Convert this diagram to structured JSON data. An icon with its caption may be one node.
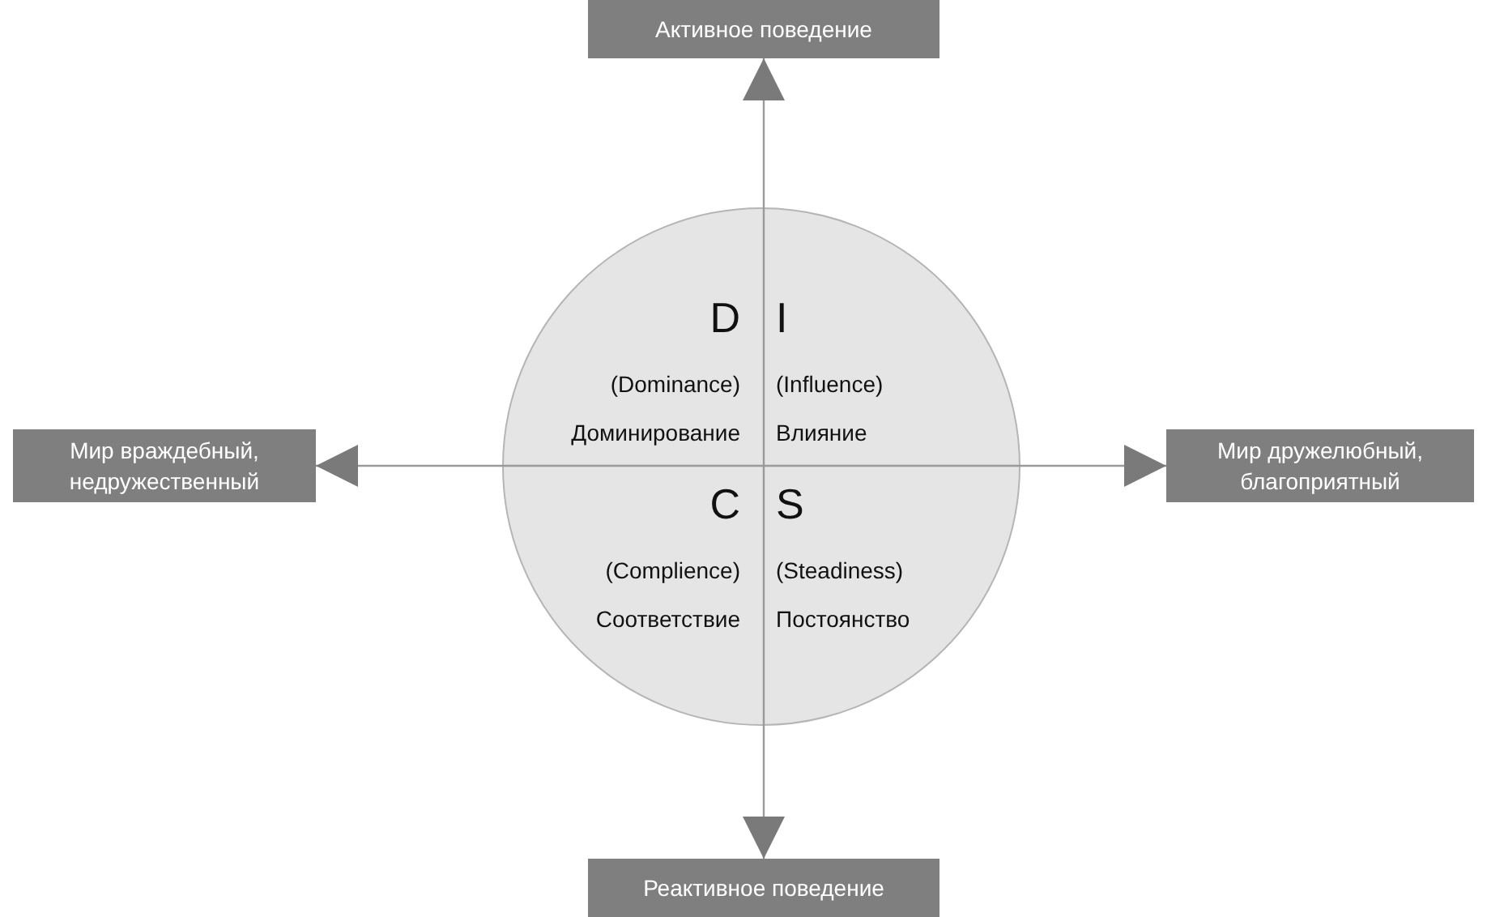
{
  "diagram": {
    "nodes": [
      {
        "text": [
          "Активное поведение"
        ]
      },
      {
        "text": [
          "Мир враждебный, недружественный"
        ]
      },
      {
        "text": [
          "Мир дружелюбный, благоприятный"
        ]
      },
      {
        "text": [],
        "shape": "circle"
      },
      {
        "text": [
          "D",
          "(Dominance)",
          "Доминирование"
        ],
        "in": 3
      },
      {
        "text": [
          "I",
          "(Influence)",
          "Влияние"
        ],
        "in": 3
      },
      {
        "text": [
          "C",
          "(Complience)",
          "Соответствие"
        ],
        "in": 3
      },
      {
        "text": [
          "S",
          "(Steadiness)",
          "Постоянство"
        ],
        "in": 3
      },
      {
        "text": [
          "Реактивное поведение"
        ]
      }
    ],
    "edges": [
      {
        "from": 8,
        "to": 0,
        "arrow": "both"
      },
      {
        "from": 1,
        "to": 2,
        "arrow": "both"
      }
    ]
  }
}
